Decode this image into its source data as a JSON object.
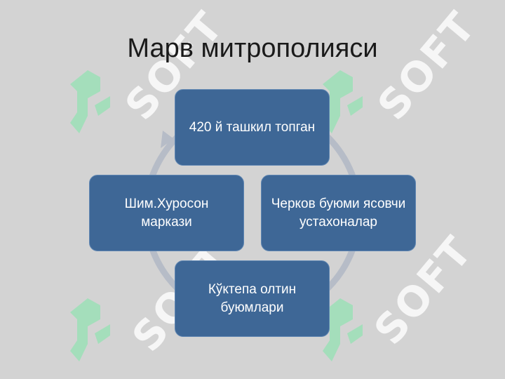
{
  "title": "Марв митрополияси",
  "cycle": {
    "nodes": [
      {
        "label": "420 й ташкил топган"
      },
      {
        "label": "Черков буюми ясовчи устахоналар"
      },
      {
        "label": "Кўктепа олтин буюмлари"
      },
      {
        "label": "Шим.Хуросон маркази"
      }
    ]
  },
  "watermark": {
    "text": "SOFT"
  },
  "colors": {
    "background": "#d3d3d3",
    "node_fill": "#3e6796",
    "ring": "#b6bcc7",
    "watermark_logo": "#3ddc84"
  }
}
